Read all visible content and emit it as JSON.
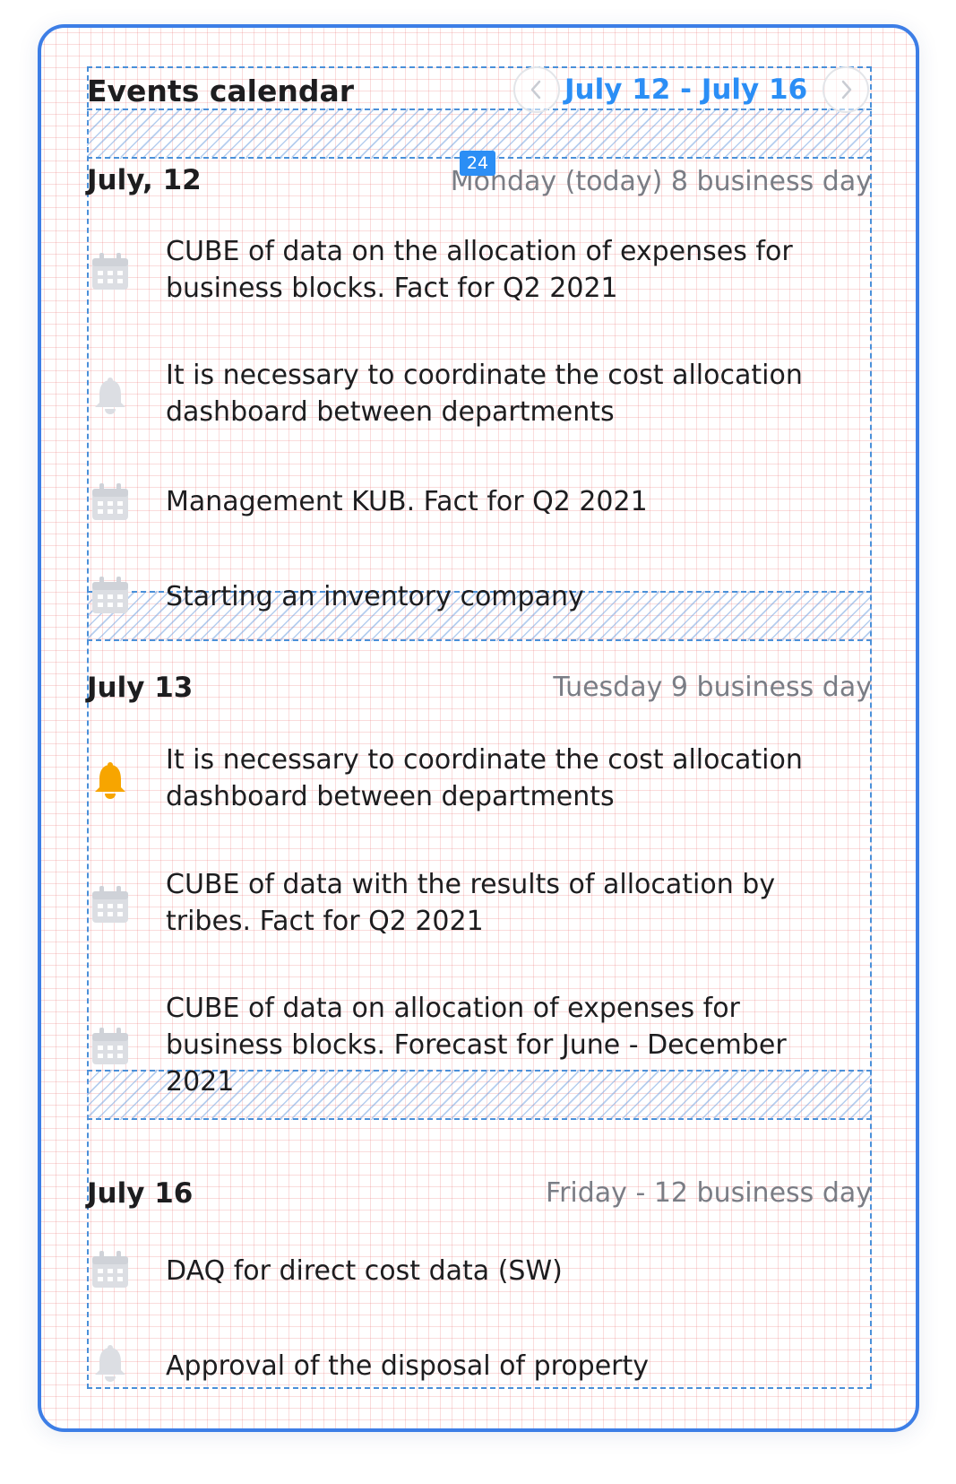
{
  "header": {
    "title": "Events calendar",
    "date_range": "July 12 - July 16",
    "prev_label": "Previous week",
    "next_label": "Next week"
  },
  "spacing_badge": "24",
  "days": [
    {
      "date": "July, 12",
      "info": "Monday (today) 8 business day",
      "events": [
        {
          "icon": "calendar-icon",
          "text": "CUBE of data on the allocation of expenses for business blocks. Fact for Q2 2021"
        },
        {
          "icon": "bell-icon",
          "text": "It is necessary to coordinate the cost allocation dashboard between departments"
        },
        {
          "icon": "calendar-icon",
          "text": "Management KUB. Fact for Q2 2021"
        },
        {
          "icon": "calendar-icon",
          "text": "Starting an inventory company"
        }
      ]
    },
    {
      "date": "July 13",
      "info": "Tuesday 9 business day",
      "events": [
        {
          "icon": "bell-icon-active",
          "text": "It is necessary to coordinate the cost allocation dashboard between departments"
        },
        {
          "icon": "calendar-icon",
          "text": "CUBE of data with the results of allocation by tribes. Fact for Q2 2021"
        },
        {
          "icon": "calendar-icon",
          "text": "CUBE of data on allocation of expenses for business blocks. Forecast for June - December 2021"
        }
      ]
    },
    {
      "date": "July 16",
      "info": "Friday - 12 business day",
      "events": [
        {
          "icon": "calendar-icon",
          "text": "DAQ for direct cost data (SW)"
        },
        {
          "icon": "bell-icon",
          "text": "Approval of the disposal of property"
        }
      ]
    }
  ],
  "colors": {
    "accent": "#2b8ef5",
    "card_border": "#3d7ee6",
    "muted_icon": "#dcdee3",
    "active_bell": "#f7a500",
    "guide_line": "#4a90d9"
  }
}
